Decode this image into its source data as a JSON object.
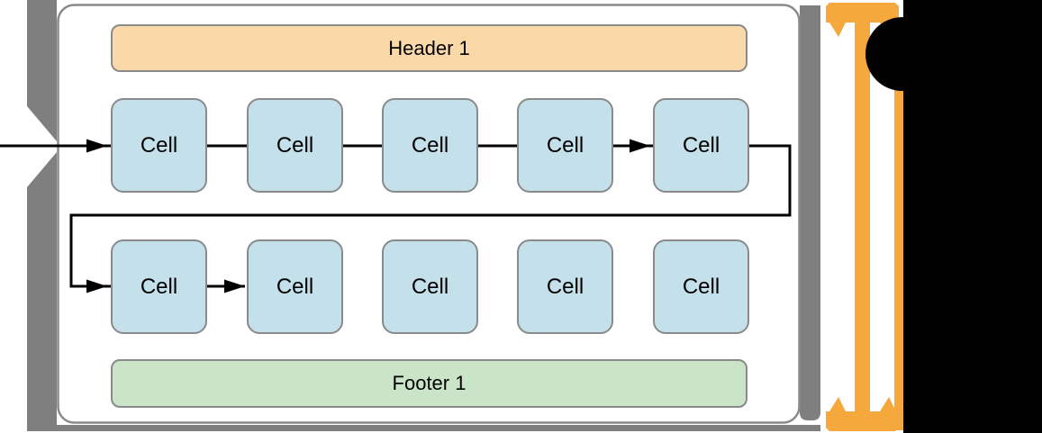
{
  "colors": {
    "accent_orange": "#F5A83C",
    "band_gray": "#7F7F7F",
    "border_gray": "#8A8A8A",
    "cell_blue": "#C4E1EB",
    "header_orange": "#FBD8A8",
    "footer_green": "#C9E4C6",
    "flow_arrow_black": "#000000",
    "black_region": "#000000",
    "surface_white": "#FFFFFF"
  },
  "diagram": {
    "section": {
      "header_label": "Header 1",
      "footer_label": "Footer 1",
      "rows": [
        {
          "cells": [
            {
              "label": "Cell"
            },
            {
              "label": "Cell"
            },
            {
              "label": "Cell"
            },
            {
              "label": "Cell"
            },
            {
              "label": "Cell"
            }
          ]
        },
        {
          "cells": [
            {
              "label": "Cell"
            },
            {
              "label": "Cell"
            },
            {
              "label": "Cell"
            },
            {
              "label": "Cell"
            },
            {
              "label": "Cell"
            }
          ]
        }
      ]
    }
  }
}
